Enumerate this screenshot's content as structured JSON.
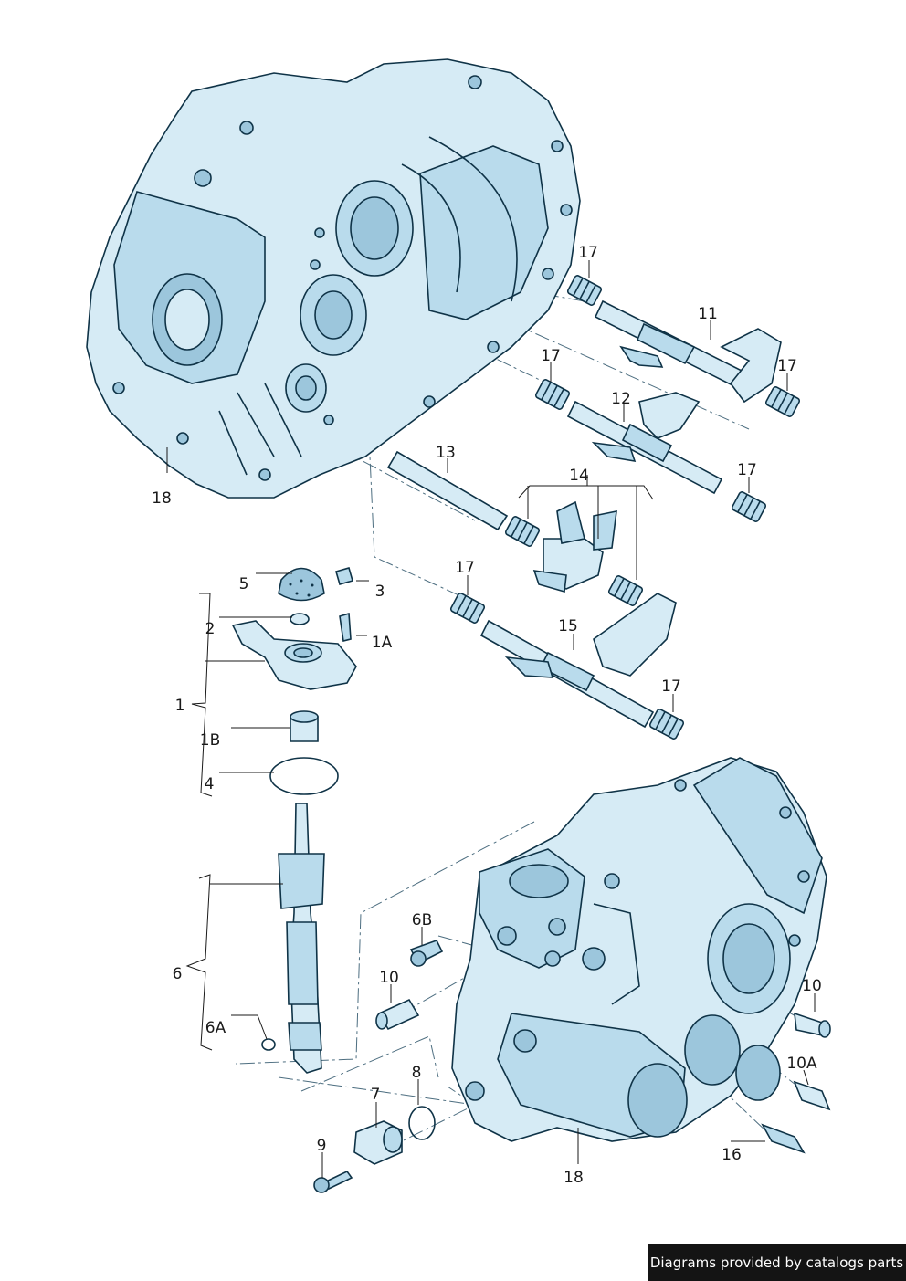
{
  "diagram": {
    "callouts": [
      "17",
      "11",
      "17",
      "17",
      "12",
      "17",
      "13",
      "14",
      "18",
      "5",
      "3",
      "2",
      "1A",
      "17",
      "15",
      "1",
      "17",
      "1B",
      "4",
      "6B",
      "6",
      "10",
      "10",
      "6A",
      "10A",
      "8",
      "7",
      "9",
      "16",
      "18"
    ]
  },
  "footer": {
    "credit": "Diagrams provided by catalogs parts"
  }
}
